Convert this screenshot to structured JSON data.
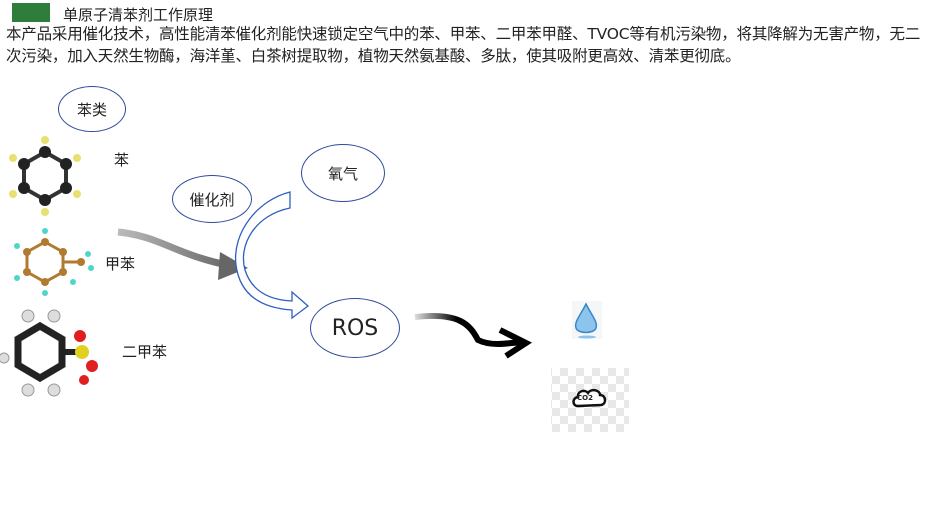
{
  "header": {
    "title": "单原子清苯剂工作原理",
    "accent": "#2e7d3a"
  },
  "description": "本产品采用催化技术，高性能清苯催化剂能快速锁定空气中的苯、甲苯、二甲苯甲醛、TVOC等有机污染物，将其降解为无害产物，无二次污染，加入天然生物酶，海洋堇、白茶树提取物，植物天然氨基酸、多肽，使其吸附更高效、清苯更彻底。",
  "diagram": {
    "benzene_class": "苯类",
    "compounds": [
      {
        "label": "苯"
      },
      {
        "label": "甲苯"
      },
      {
        "label": "二甲苯"
      }
    ],
    "catalyst": "催化剂",
    "oxygen": "氧气",
    "ros": "ROS",
    "products": [
      {
        "icon": "water-drop-icon"
      },
      {
        "icon": "co2-cloud-icon",
        "text": "CO2"
      }
    ]
  }
}
